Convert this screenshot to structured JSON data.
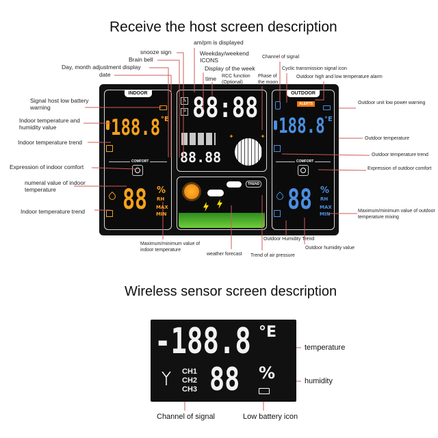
{
  "host_section": {
    "title": "Receive the host screen description",
    "device": {
      "indoor_tag": "INDOOR",
      "outdoor_tag": "OUTDOOR",
      "comfort_label": "COMFORT",
      "alerts_label": "ALERTS",
      "trend_label": "TREND",
      "indoor_temp": "188.8",
      "indoor_humidity": "88",
      "outdoor_temp": "188.8",
      "outdoor_humidity": "88",
      "time": "88:88",
      "date": "88.88",
      "temp_unit": "°E",
      "humidity_unit": "%",
      "rh": "RH",
      "max": "MAX",
      "min": "MIN",
      "am": "A",
      "pm": "P",
      "colors": {
        "indoor": "#f7a21b",
        "outdoor": "#4a8fe0",
        "body": "#111111"
      }
    },
    "labels": {
      "snooze": "snooze sign",
      "brain_bell": "Brain bell",
      "day_month": "Day, month adjustment display",
      "date": "date",
      "ampm": "am/pm is displayed",
      "weekday_icons": "Weekday/weekend ICONS",
      "week_display": "Display of the week",
      "time": "time",
      "rcc": "RCC function (Optional)",
      "moon": "Phase of the moon",
      "channel": "Channel of signal",
      "cyclic": "Cyclic transmission signal icon",
      "alarm": "Outdoor high and low temperature alarm",
      "outdoor_low_power": "Outdoor unit low power warning",
      "outdoor_temp": "Outdoor temperature",
      "outdoor_trend": "Outdoor temperature trend",
      "outdoor_comfort": "Expression of outdoor comfort",
      "outdoor_maxmin": "Maximum/minimum value of outdoor temperature mixing",
      "outdoor_humidity_value": "Outdoor humidity value",
      "outdoor_humidity_trend": "Outdoor Humidity Trend",
      "pressure_trend": "Trend of air pressure",
      "forecast": "weather forecast",
      "indoor_maxmin": "Maximum/minimum value of indoor temperature",
      "indoor_trend_2": "Indoor temperature trend",
      "indoor_numeral": "numeral value of indoor temperature",
      "indoor_comfort": "Expression of indoor comfort",
      "indoor_trend_1": "Indoor temperature trend",
      "indoor_temp_hum": "Indoor temperature and humidity value",
      "host_low_battery": "Signal host low battery warning"
    }
  },
  "sensor_section": {
    "title": "Wireless sensor screen description",
    "temp": "-188.8",
    "temp_unit": "°E",
    "channels": [
      "CH1",
      "CH2",
      "CH3"
    ],
    "humidity": "88",
    "humidity_unit": "%",
    "labels": {
      "temperature": "temperature",
      "humidity": "humidity",
      "channel": "Channel of signal",
      "low_battery": "Low battery icon"
    }
  }
}
